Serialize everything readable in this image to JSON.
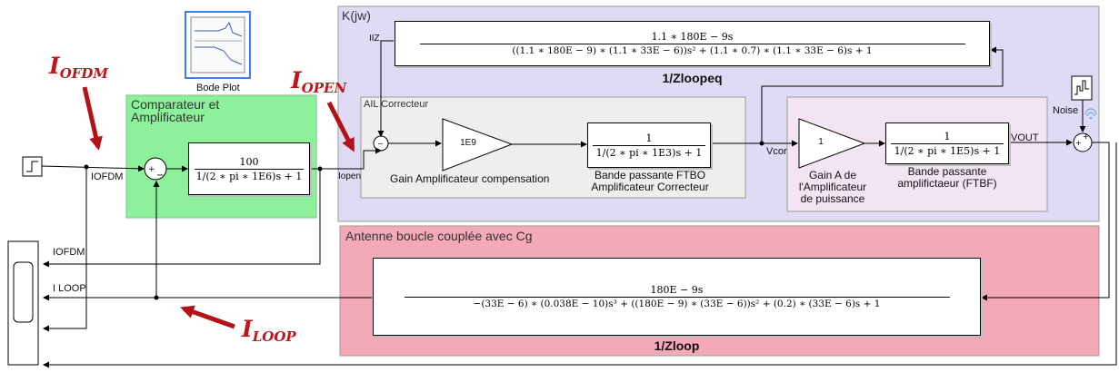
{
  "regions": {
    "kjw": {
      "title": "K(jw)",
      "color": "#dedcf5"
    },
    "comparateur": {
      "title_line1": "Comparateur et",
      "title_line2": "Amplificateur",
      "color": "#8df09b"
    },
    "ail": {
      "title": "AIL Correcteur",
      "color": "#eeeeee"
    },
    "puissance": {
      "color": "#f3e4f4"
    },
    "antenne": {
      "title": "Antenne boucle couplée avec Cg",
      "color": "#f3a9b7"
    }
  },
  "blocks": {
    "bode": {
      "label": "Bode Plot"
    },
    "amplificateur_tf": {
      "num": "100",
      "den": "1/(2 ∗ pi ∗ 1E6)s + 1"
    },
    "zloopeq_tf": {
      "num": "1.1 ∗ 180E − 9s",
      "den": "((1.1 ∗ 180E − 9) ∗ (1.1 ∗ 33E − 6))s² + (1.1 ∗ 0.7) ∗ (1.1 ∗ 33E − 6)s + 1",
      "name": "1/Zloopeq"
    },
    "gain_correcteur": {
      "value": "1E9",
      "label": "Gain Amplificateur compensation"
    },
    "ftbo_tf": {
      "num": "1",
      "den": "1/(2 ∗ pi ∗ 1E3)s + 1",
      "label_line1": "Bande passante FTBO",
      "label_line2": "Amplificateur Correcteur"
    },
    "gain_puissance": {
      "value": "1",
      "label_line1": "Gain A de",
      "label_line2": "l'Amplificateur",
      "label_line3": "de puissance"
    },
    "ftbf_tf": {
      "num": "1",
      "den": "1/(2 ∗ pi ∗ 1E5)s + 1",
      "label_line1": "Bande passante",
      "label_line2": "amplifictaeur (FTBF)"
    },
    "zloop_tf": {
      "num": "180E − 9s",
      "den": "−(33E − 6) ∗ (0.038E − 10)s³ + ((180E − 9) ∗ (33E − 6))s² + (0.2) ∗ (33E − 6)s + 1",
      "name": "1/Zloop"
    },
    "noise": {
      "label": "Noise"
    }
  },
  "signals": {
    "iofdm": "IOFDM",
    "iopen": "Iopen",
    "iiz": "IIZ",
    "vcor": "Vcor",
    "vout": "VOUT",
    "scope_iofdm": "IOFDM",
    "scope_iloop": "I LOOP"
  },
  "annotations": {
    "iofdm": {
      "main": "I",
      "sub": "OFDM"
    },
    "iopen": {
      "main": "I",
      "sub": "OPEN"
    },
    "iloop": {
      "main": "I",
      "sub": "LOOP"
    }
  },
  "sum_signs": {
    "comparateur": "+ −",
    "correcteur": "− +",
    "output": "+ +"
  }
}
